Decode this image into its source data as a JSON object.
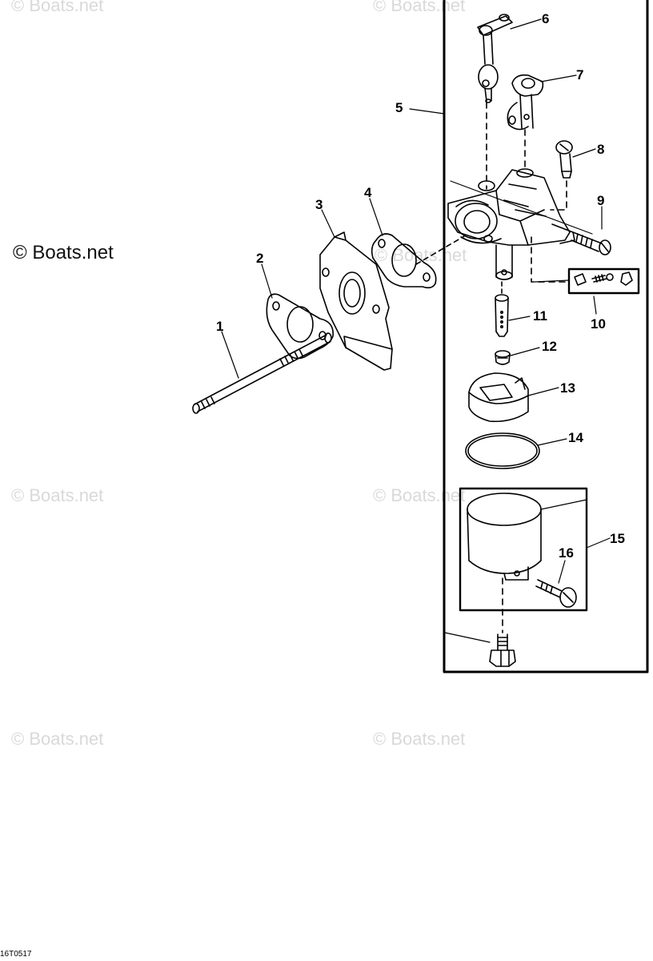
{
  "watermarks": {
    "main": "© Boats.net",
    "faint": "© Boats.net"
  },
  "callouts": [
    "1",
    "2",
    "3",
    "4",
    "5",
    "6",
    "7",
    "8",
    "9",
    "10",
    "11",
    "12",
    "13",
    "14",
    "15",
    "16"
  ],
  "drawing_code": "16T0517"
}
